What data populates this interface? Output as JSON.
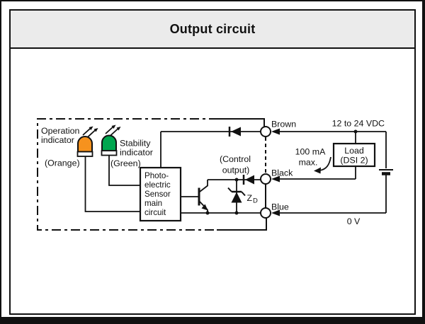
{
  "header": {
    "title": "Output circuit"
  },
  "circuit": {
    "colors": {
      "led_orange": "#F6921E",
      "led_green": "#00A64F"
    },
    "operation_indicator": {
      "label_line1": "Operation",
      "label_line2": "indicator",
      "color_name": "(Orange)"
    },
    "stability_indicator": {
      "label_line1": "Stability",
      "label_line2": "indicator",
      "color_name": "(Green)"
    },
    "main_box": {
      "lines": [
        "Photo-",
        "electric",
        "Sensor",
        "main",
        "circuit"
      ]
    },
    "control_output": {
      "line1": "(Control",
      "line2": "output)"
    },
    "zener": {
      "symbol": "Z",
      "subscript": "D"
    },
    "terminals": {
      "brown": "Brown",
      "black": "Black",
      "blue": "Blue"
    },
    "power": {
      "supply": "12 to 24 VDC",
      "ground": "0 V",
      "max_current_line1": "100 mA",
      "max_current_line2": "max."
    },
    "load": {
      "line1": "Load",
      "line2": "(DSI 2)"
    }
  }
}
